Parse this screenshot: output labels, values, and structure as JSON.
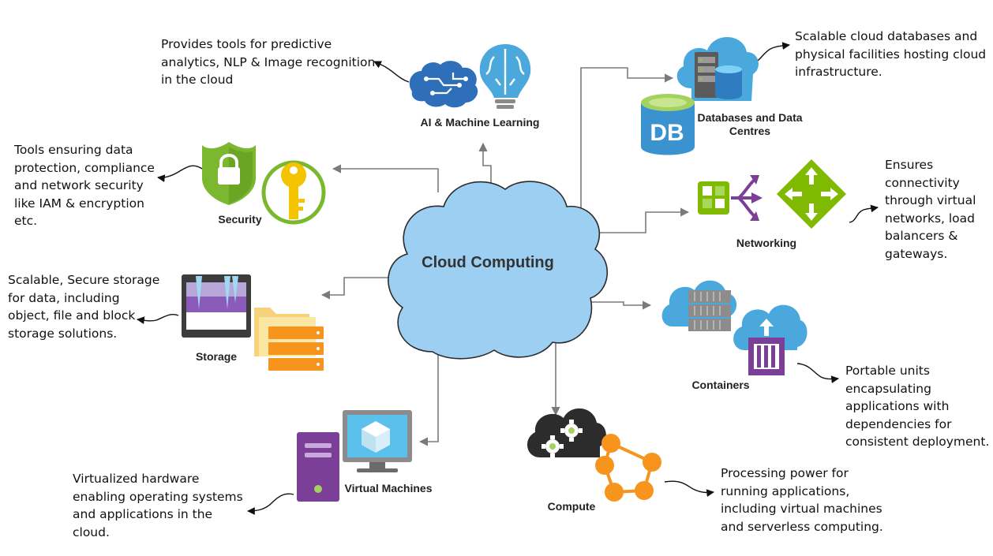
{
  "center": {
    "title": "Cloud Computing"
  },
  "components": {
    "ai": {
      "label": "AI & Machine Learning",
      "description": [
        "Provides tools for predictive",
        "analytics, NLP & Image recognition",
        "in the cloud"
      ]
    },
    "databases": {
      "label": [
        "Databases and Data",
        "Centres"
      ],
      "badge": "DB",
      "description": [
        "Scalable cloud databases and",
        "physical facilities hosting cloud",
        "infrastructure."
      ]
    },
    "security": {
      "label": "Security",
      "description": [
        "Tools ensuring data",
        "protection, compliance",
        "and network security",
        "like IAM & encryption",
        "etc."
      ]
    },
    "networking": {
      "label": "Networking",
      "description": [
        "Ensures",
        "connectivity",
        "through virtual",
        "networks, load",
        "balancers &",
        "gateways."
      ]
    },
    "storage": {
      "label": "Storage",
      "description": [
        "Scalable, Secure storage",
        "for data, including",
        "object, file and block",
        "storage solutions."
      ]
    },
    "containers": {
      "label": "Containers",
      "description": [
        "Portable units",
        "encapsulating",
        "applications with",
        "dependencies for",
        "consistent deployment."
      ]
    },
    "virtual_machines": {
      "label": "Virtual Machines",
      "description": [
        "Virtualized hardware",
        "enabling operating systems",
        "and applications in the",
        "cloud."
      ]
    },
    "compute": {
      "label": "Compute",
      "description": [
        "Processing power for",
        "running applications,",
        "including virtual machines",
        "and serverless computing."
      ]
    }
  },
  "colors": {
    "cloud_fill": "#9dcff2",
    "connector": "#7a7a7a",
    "azure_blue": "#3a93cf",
    "security_green": "#7cb82f",
    "key_yellow": "#f5c400",
    "purple": "#7b3f98",
    "orange": "#f7941d",
    "network_green": "#7fba00"
  },
  "icons": [
    "brain-circuit-icon",
    "lightbulb-brain-icon",
    "database-cloud-icon",
    "shield-lock-icon",
    "key-icon",
    "network-switch-icon",
    "load-balancer-icon",
    "storage-bucket-icon",
    "folder-disk-icon",
    "container-cloud-icon",
    "vm-tower-icon",
    "vm-monitor-icon",
    "gears-cloud-icon",
    "function-graph-icon"
  ]
}
